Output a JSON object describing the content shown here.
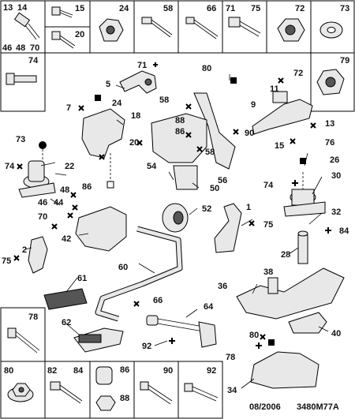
{
  "thumbnails_top": [
    {
      "id": "t1",
      "labels": [
        "13",
        "14"
      ],
      "bottom_labels": [
        "46",
        "48",
        "70"
      ]
    },
    {
      "id": "t2",
      "labels": [
        "15"
      ]
    },
    {
      "id": "t2b",
      "labels": [
        "20"
      ]
    },
    {
      "id": "t3",
      "labels": [
        "24"
      ]
    },
    {
      "id": "t4",
      "labels": [
        "58"
      ]
    },
    {
      "id": "t5",
      "labels": [
        "66"
      ]
    },
    {
      "id": "t6",
      "labels": [
        "71",
        "75"
      ]
    },
    {
      "id": "t7",
      "labels": [
        "72"
      ]
    },
    {
      "id": "t8",
      "labels": [
        "73"
      ]
    }
  ],
  "thumbnails_left": [
    {
      "id": "l74",
      "labels": [
        "74"
      ]
    },
    {
      "id": "l78",
      "labels": [
        "78"
      ]
    },
    {
      "id": "l80",
      "labels": [
        "80"
      ]
    }
  ],
  "thumbnails_right": [
    {
      "id": "r79",
      "labels": [
        "79"
      ]
    }
  ],
  "thumbnails_bottom": [
    {
      "id": "b82",
      "labels": [
        "82",
        "84"
      ]
    },
    {
      "id": "b86",
      "labels": [
        "86"
      ]
    },
    {
      "id": "b88",
      "labels": [
        "88"
      ]
    },
    {
      "id": "b90",
      "labels": [
        "90"
      ]
    },
    {
      "id": "b92",
      "labels": [
        "92"
      ]
    }
  ],
  "callouts": [
    {
      "id": "c71",
      "text": "71"
    },
    {
      "id": "c5",
      "text": "5"
    },
    {
      "id": "c80a",
      "text": "80"
    },
    {
      "id": "c72",
      "text": "72"
    },
    {
      "id": "c11",
      "text": "11"
    },
    {
      "id": "c7",
      "text": "7"
    },
    {
      "id": "c24",
      "text": "24"
    },
    {
      "id": "c58a",
      "text": "58"
    },
    {
      "id": "c9",
      "text": "9"
    },
    {
      "id": "c18",
      "text": "18"
    },
    {
      "id": "c88",
      "text": "88"
    },
    {
      "id": "c13",
      "text": "13"
    },
    {
      "id": "c86a",
      "text": "86"
    },
    {
      "id": "c90",
      "text": "90"
    },
    {
      "id": "c15",
      "text": "15"
    },
    {
      "id": "c20",
      "text": "20"
    },
    {
      "id": "c58b",
      "text": "58"
    },
    {
      "id": "c76",
      "text": "76"
    },
    {
      "id": "c73",
      "text": "73"
    },
    {
      "id": "c54",
      "text": "54"
    },
    {
      "id": "c26",
      "text": "26"
    },
    {
      "id": "c74a",
      "text": "74"
    },
    {
      "id": "c22",
      "text": "22"
    },
    {
      "id": "c56",
      "text": "56"
    },
    {
      "id": "c74b",
      "text": "74"
    },
    {
      "id": "c30",
      "text": "30"
    },
    {
      "id": "c48",
      "text": "48"
    },
    {
      "id": "c86b",
      "text": "86"
    },
    {
      "id": "c50",
      "text": "50"
    },
    {
      "id": "c46",
      "text": "46"
    },
    {
      "id": "c44",
      "text": "44"
    },
    {
      "id": "c52",
      "text": "52"
    },
    {
      "id": "c1",
      "text": "1"
    },
    {
      "id": "c32",
      "text": "32"
    },
    {
      "id": "c70",
      "text": "70"
    },
    {
      "id": "c75a",
      "text": "75"
    },
    {
      "id": "c84",
      "text": "84"
    },
    {
      "id": "c42",
      "text": "42"
    },
    {
      "id": "c2",
      "text": "2"
    },
    {
      "id": "c28",
      "text": "28"
    },
    {
      "id": "c75b",
      "text": "75"
    },
    {
      "id": "c60",
      "text": "60"
    },
    {
      "id": "c38",
      "text": "38"
    },
    {
      "id": "c61",
      "text": "61"
    },
    {
      "id": "c36",
      "text": "36"
    },
    {
      "id": "c66",
      "text": "66"
    },
    {
      "id": "c64",
      "text": "64"
    },
    {
      "id": "c40",
      "text": "40"
    },
    {
      "id": "c62",
      "text": "62"
    },
    {
      "id": "c80b",
      "text": "80"
    },
    {
      "id": "c92",
      "text": "92"
    },
    {
      "id": "c78",
      "text": "78"
    },
    {
      "id": "c34",
      "text": "34"
    }
  ],
  "footer": {
    "date": "08/2006",
    "ref": "3480M77A"
  }
}
